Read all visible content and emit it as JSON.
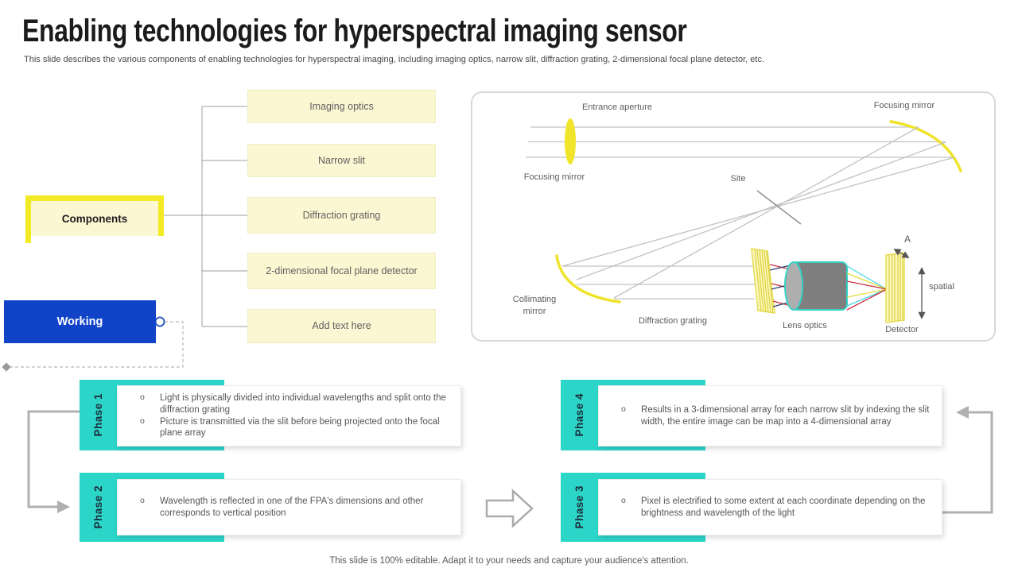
{
  "slide": {
    "title": "Enabling technologies for hyperspectral imaging sensor",
    "subtitle": "This slide describes the various components of enabling technologies for hyperspectral imaging, including imaging optics, narrow slit, diffraction grating, 2-dimensional focal plane detector, etc.",
    "footer": "This slide is 100% editable. Adapt it to your needs and capture your audience's attention."
  },
  "left_tree": {
    "root_label": "Components",
    "working_label": "Working",
    "items": [
      {
        "label": "Imaging optics"
      },
      {
        "label": "Narrow slit"
      },
      {
        "label": "Diffraction grating"
      },
      {
        "label": "2-dimensional focal plane detector"
      },
      {
        "label": "Add text here"
      }
    ]
  },
  "diagram": {
    "labels": {
      "entrance_aperture": "Entrance aperture",
      "focusing_mirror_top": "Focusing mirror",
      "focusing_mirror_left": "Focusing mirror",
      "site": "Site",
      "collimating_mirror": "Collimating mirror",
      "diffraction_grating": "Diffraction grating",
      "lens_optics": "Lens optics",
      "detector": "Detector",
      "a_label": "A",
      "spatial": "spatial"
    }
  },
  "phases": [
    {
      "label": "Phase 1",
      "bullets": [
        "Light is physically divided into individual wavelengths and split onto the diffraction grating",
        "Picture is transmitted via the slit before being projected onto the focal plane array"
      ]
    },
    {
      "label": "Phase 2",
      "bullets": [
        "Wavelength is reflected in one of the FPA's dimensions and other corresponds to vertical position"
      ]
    },
    {
      "label": "Phase 4",
      "bullets": [
        "Results in a 3-dimensional array for each narrow slit by indexing the slit width, the entire image can be map into a 4-dimensional array"
      ]
    },
    {
      "label": "Phase 3",
      "bullets": [
        "Pixel is electrified to some extent at each coordinate depending on the brightness and wavelength of the light"
      ]
    }
  ],
  "ui": {
    "bullet_char": "o"
  },
  "colors": {
    "accent_teal": "#2bd6c8",
    "accent_blue": "#1043c8",
    "bright_yellow": "#f3ea26",
    "pale_yellow": "#fbf7d3",
    "diagram_yellow": "#f0e52b",
    "text_gray": "#595959",
    "connector_gray": "#b0b0b0"
  }
}
